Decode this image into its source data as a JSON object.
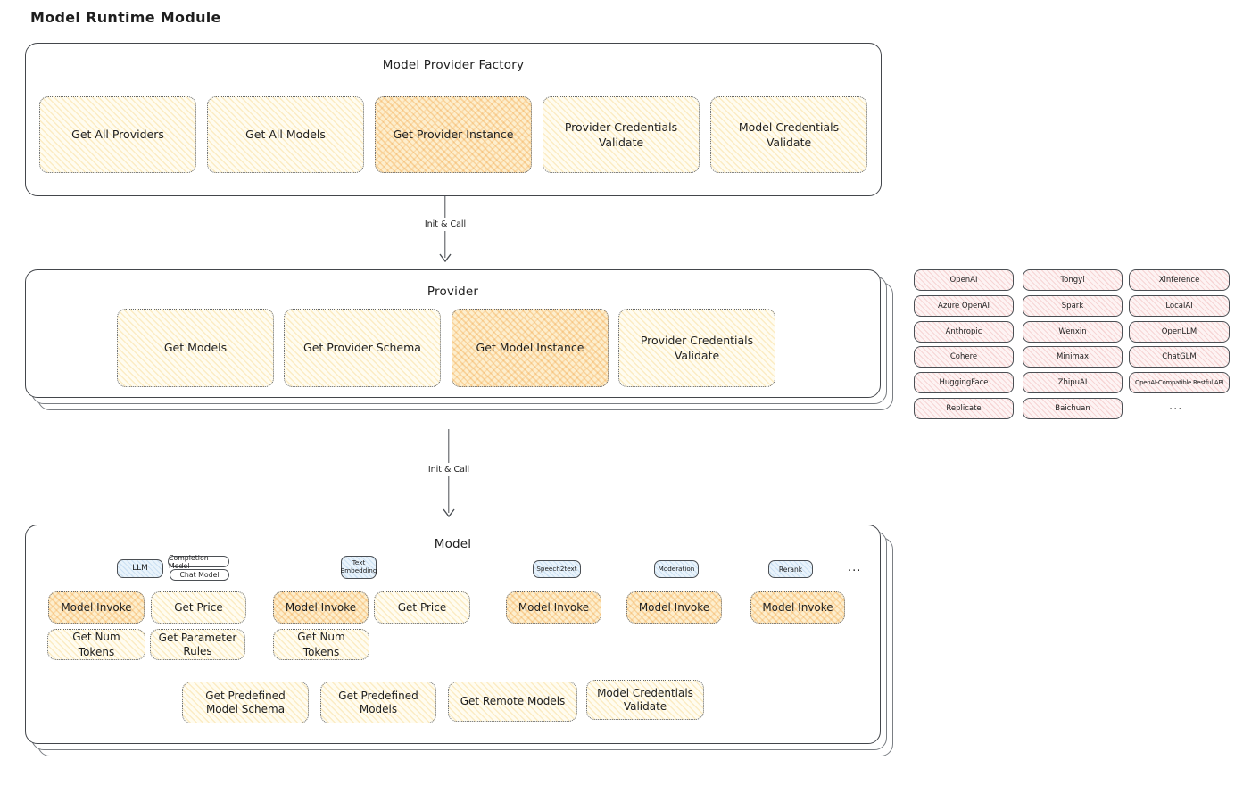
{
  "title": "Model Runtime Module",
  "arrows": {
    "label1": "Init & Call",
    "label2": "Init & Call"
  },
  "factory": {
    "title": "Model Provider Factory",
    "boxes": [
      {
        "label": "Get All Providers",
        "highlight": false
      },
      {
        "label": "Get All Models",
        "highlight": false
      },
      {
        "label": "Get Provider Instance",
        "highlight": true
      },
      {
        "label": "Provider Credentials Validate",
        "highlight": false
      },
      {
        "label": "Model Credentials Validate",
        "highlight": false
      }
    ]
  },
  "provider": {
    "title": "Provider",
    "boxes": [
      {
        "label": "Get Models",
        "highlight": false
      },
      {
        "label": "Get Provider Schema",
        "highlight": false
      },
      {
        "label": "Get Model Instance",
        "highlight": true
      },
      {
        "label": "Provider Credentials Validate",
        "highlight": false
      }
    ]
  },
  "providers_list": {
    "items": [
      "OpenAI",
      "Tongyi",
      "Xinference",
      "Azure OpenAI",
      "Spark",
      "LocalAI",
      "Anthropic",
      "Wenxin",
      "OpenLLM",
      "Cohere",
      "Minimax",
      "ChatGLM",
      "HuggingFace",
      "ZhipuAI",
      "OpenAI-Compatible Restful API",
      "Replicate",
      "Baichuan"
    ],
    "more": "..."
  },
  "model": {
    "title": "Model",
    "tabs": {
      "llm": "LLM",
      "completion": "Completion Model",
      "chat": "Chat Model",
      "text_embedding": "Text Embedding",
      "speech2text": "Speech2text",
      "moderation": "Moderation",
      "rerank": "Rerank",
      "more": "..."
    },
    "functions": {
      "llm": [
        "Model Invoke",
        "Get Price",
        "Get Num Tokens",
        "Get Parameter Rules"
      ],
      "text_embedding": [
        "Model Invoke",
        "Get Price",
        "Get Num Tokens"
      ],
      "speech2text": [
        "Model Invoke"
      ],
      "moderation": [
        "Model Invoke"
      ],
      "rerank": [
        "Model Invoke"
      ],
      "common": [
        "Get Predefined Model Schema",
        "Get Predefined Models",
        "Get Remote Models",
        "Model Credentials Validate"
      ]
    }
  },
  "colors": {
    "box_yellow": "#fdf6dd",
    "box_orange": "#fbd9a0",
    "box_pink": "#fdeaea",
    "tab_blue": "#dcecf9",
    "stroke": "#43464b"
  }
}
